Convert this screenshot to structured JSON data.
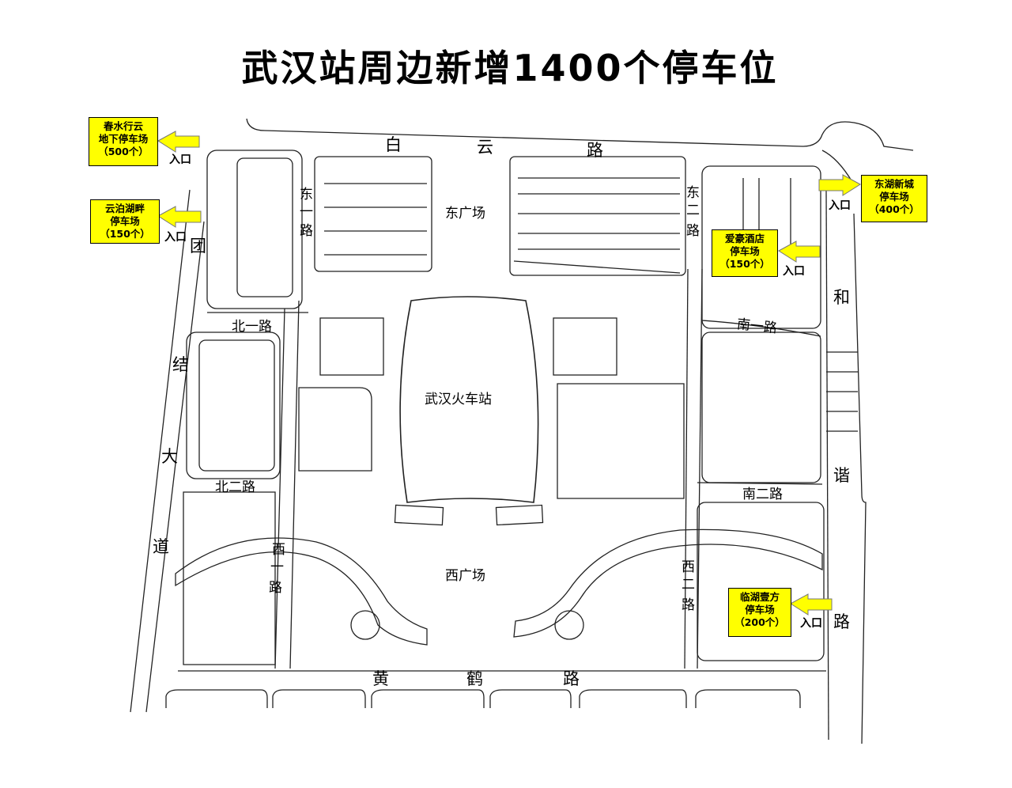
{
  "title": "武汉站周边新增1400个停车位",
  "colors": {
    "label_bg": "#ffff00",
    "arrow": "#ffff00",
    "lines": "#222222",
    "background": "#ffffff"
  },
  "roads": {
    "baiyun": [
      "白",
      "云",
      "路"
    ],
    "huanghe": [
      "黄",
      "鹤",
      "路"
    ],
    "tuanjie": [
      "团",
      "结",
      "大",
      "道"
    ],
    "hexie": [
      "和",
      "谐",
      "路"
    ],
    "dongyi": [
      "东",
      "一",
      "路"
    ],
    "donger": [
      "东",
      "二",
      "路"
    ],
    "xiyi": [
      "西",
      "一",
      "路"
    ],
    "xier": [
      "西",
      "二",
      "路"
    ],
    "beiyi": "北一路",
    "beier": "北二路",
    "nanyi": "南一路",
    "naner": "南二路"
  },
  "places": {
    "east_square": "东广场",
    "west_square": "西广场",
    "station": "武汉火车站"
  },
  "entry_label": "入口",
  "parking_lots": [
    {
      "id": "chunshui",
      "lines": [
        "春水行云",
        "地下停车场",
        "（500个）"
      ]
    },
    {
      "id": "yunbo",
      "lines": [
        "云泊湖畔",
        "停车场",
        "（150个）"
      ]
    },
    {
      "id": "donghu",
      "lines": [
        "东湖新城",
        "停车场",
        "（400个）"
      ]
    },
    {
      "id": "aihao",
      "lines": [
        "爱豪酒店",
        "停车场",
        "（150个）"
      ]
    },
    {
      "id": "linhu",
      "lines": [
        "临湖壹方",
        "停车场",
        "（200个）"
      ]
    }
  ]
}
